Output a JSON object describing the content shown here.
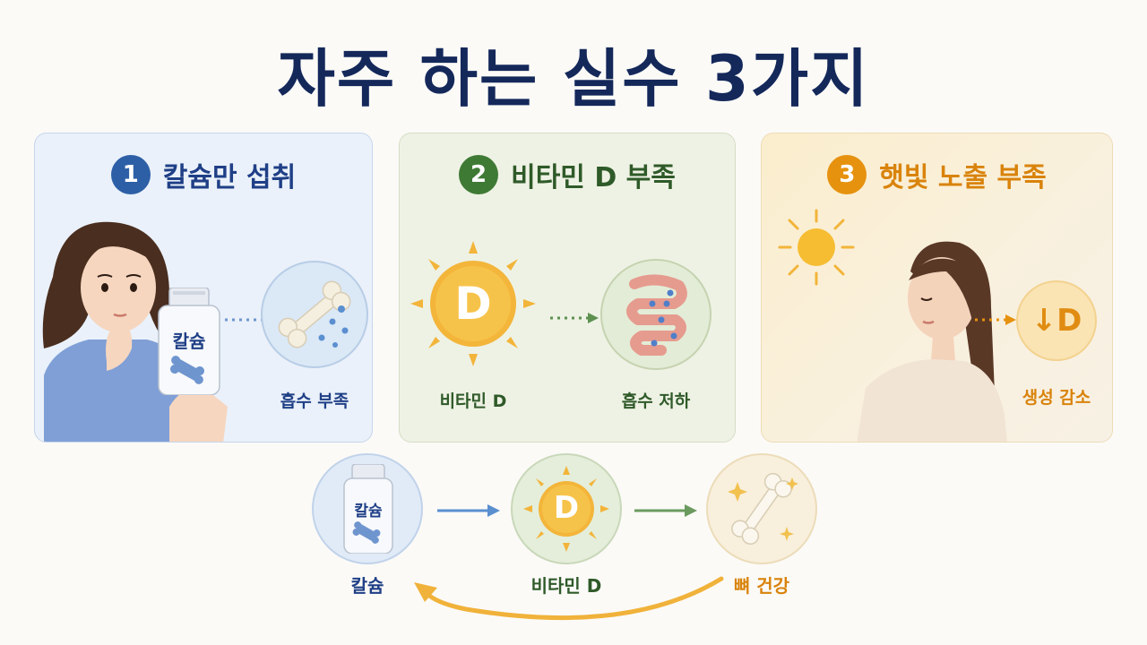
{
  "title": "자주 하는 실수 3가지",
  "panels": [
    {
      "number": "1",
      "label": "칼슘만 섭취",
      "bottle_label": "칼슘",
      "caption": "흡수 부족"
    },
    {
      "number": "2",
      "label": "비타민 D 부족",
      "sun_letter": "D",
      "left_caption": "비타민 D",
      "right_caption": "흡수 저하"
    },
    {
      "number": "3",
      "label": "햇빛 노출 부족",
      "badge_text": "↓D",
      "caption": "생성 감소"
    }
  ],
  "flow": {
    "items": [
      {
        "caption": "칼슘",
        "bottle_label": "칼슘"
      },
      {
        "caption": "비타민 D",
        "sun_letter": "D"
      },
      {
        "caption": "뼈 건강"
      }
    ]
  },
  "colors": {
    "title": "#14285a",
    "blue": "#2d5fa6",
    "green": "#3f7a35",
    "orange": "#e6920f"
  }
}
